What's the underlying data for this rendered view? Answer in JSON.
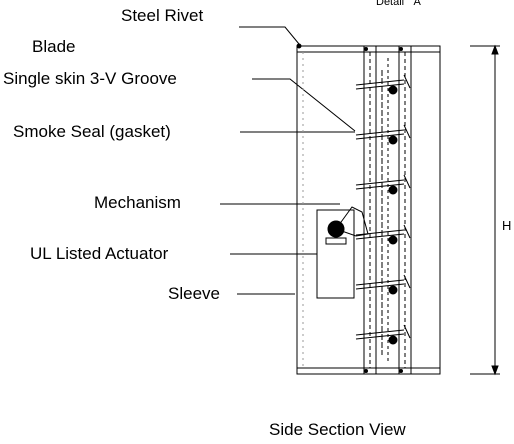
{
  "labels": {
    "detail": "Detail \" A\"",
    "steel_rivet": "Steel Rivet",
    "blade": "Blade",
    "single_skin": "Single skin 3-V Groove",
    "smoke_seal": "Smoke Seal (gasket)",
    "mechanism": "Mechanism",
    "actuator": "UL Listed Actuator",
    "sleeve": "Sleeve",
    "height_marker": "H",
    "view_title": "Side Section View"
  }
}
